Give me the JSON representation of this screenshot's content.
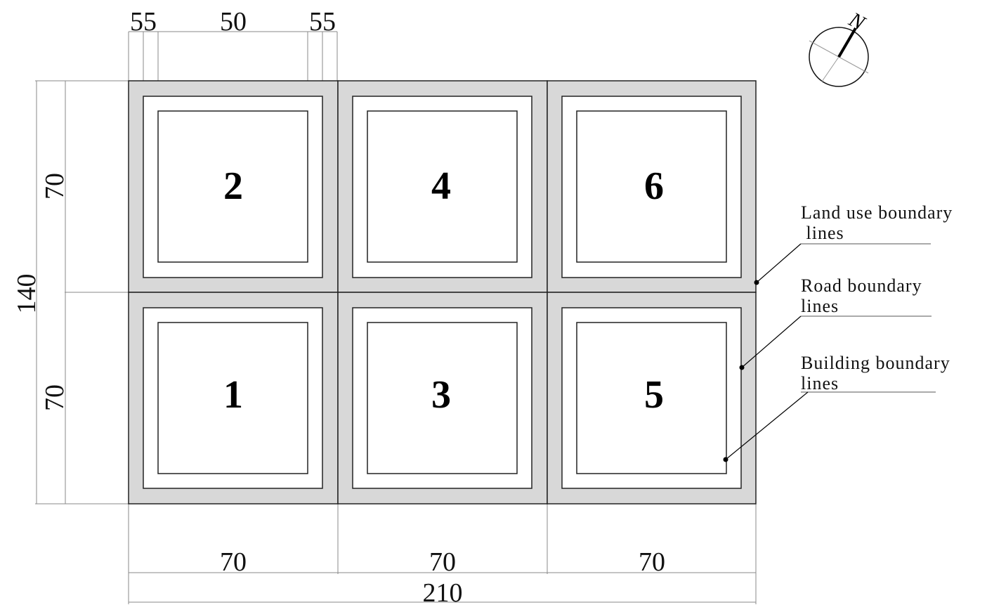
{
  "top_dims": {
    "left": "55",
    "middle": "50",
    "right": "55"
  },
  "left_dims": {
    "upper": "70",
    "total": "140",
    "lower": "70"
  },
  "bottom_dims": {
    "col1": "70",
    "col2": "70",
    "col3": "70",
    "total": "210"
  },
  "lots": {
    "top": [
      "2",
      "4",
      "6"
    ],
    "bottom": [
      "1",
      "3",
      "5"
    ]
  },
  "legend": {
    "land_use": {
      "line1": "Land use boundary",
      "line2": " lines"
    },
    "road": {
      "line1": "Road boundary",
      "line2": "lines"
    },
    "building": {
      "line1": "Building boundary",
      "line2": "lines"
    }
  },
  "north_label": "N",
  "colors": {
    "plot_fill": "#d8d8d8",
    "line": "#222222",
    "dim_line": "#8a8a8a"
  }
}
